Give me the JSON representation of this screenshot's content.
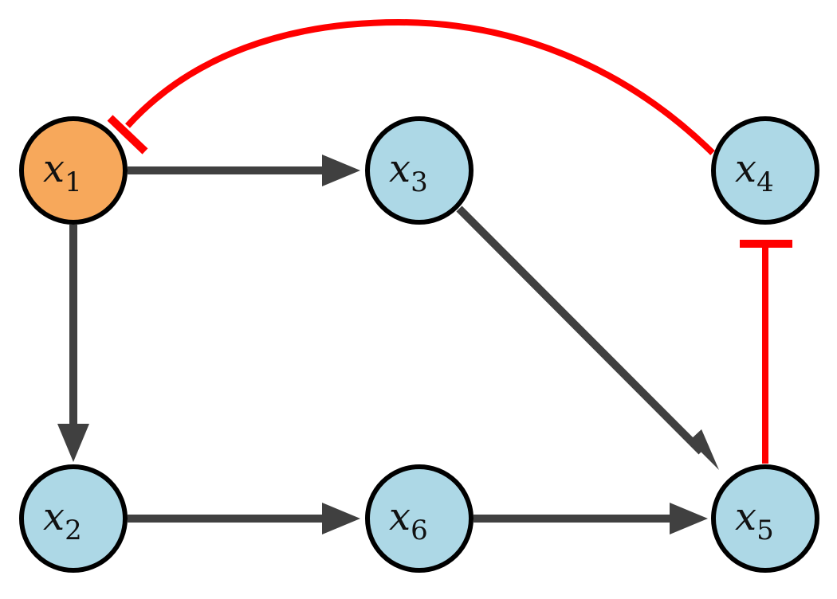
{
  "colors": {
    "background": "#ffffff",
    "source_node_fill": "#f7a85b",
    "node_fill": "#add8e6",
    "node_stroke": "#000000",
    "activation_edge": "#404040",
    "inhibition_edge": "#ff0000"
  },
  "nodes": [
    {
      "id": "x1",
      "var": "x",
      "sub": "1",
      "role": "source"
    },
    {
      "id": "x2",
      "var": "x",
      "sub": "2",
      "role": "normal"
    },
    {
      "id": "x3",
      "var": "x",
      "sub": "3",
      "role": "normal"
    },
    {
      "id": "x4",
      "var": "x",
      "sub": "4",
      "role": "normal"
    },
    {
      "id": "x5",
      "var": "x",
      "sub": "5",
      "role": "normal"
    },
    {
      "id": "x6",
      "var": "x",
      "sub": "6",
      "role": "normal"
    }
  ],
  "edges": [
    {
      "from": "x1",
      "to": "x3",
      "type": "activation"
    },
    {
      "from": "x1",
      "to": "x2",
      "type": "activation"
    },
    {
      "from": "x2",
      "to": "x6",
      "type": "activation"
    },
    {
      "from": "x6",
      "to": "x5",
      "type": "activation"
    },
    {
      "from": "x3",
      "to": "x5",
      "type": "activation"
    },
    {
      "from": "x5",
      "to": "x4",
      "type": "inhibition"
    },
    {
      "from": "x4",
      "to": "x1",
      "type": "inhibition"
    }
  ]
}
